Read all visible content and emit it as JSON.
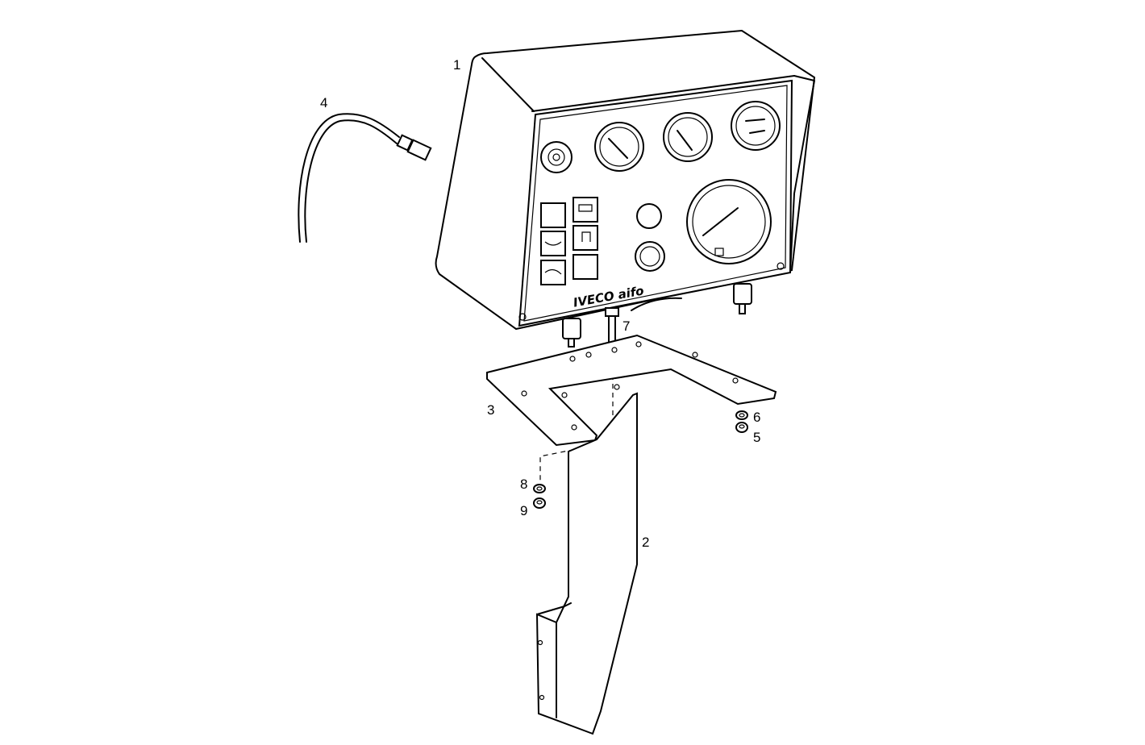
{
  "diagram": {
    "logo_text": "IVECO aifo",
    "callouts": [
      {
        "id": "1",
        "label": "1"
      },
      {
        "id": "2",
        "label": "2"
      },
      {
        "id": "3",
        "label": "3"
      },
      {
        "id": "4",
        "label": "4"
      },
      {
        "id": "5",
        "label": "5"
      },
      {
        "id": "6",
        "label": "6"
      },
      {
        "id": "7",
        "label": "7"
      },
      {
        "id": "8",
        "label": "8"
      },
      {
        "id": "9",
        "label": "9"
      }
    ]
  }
}
